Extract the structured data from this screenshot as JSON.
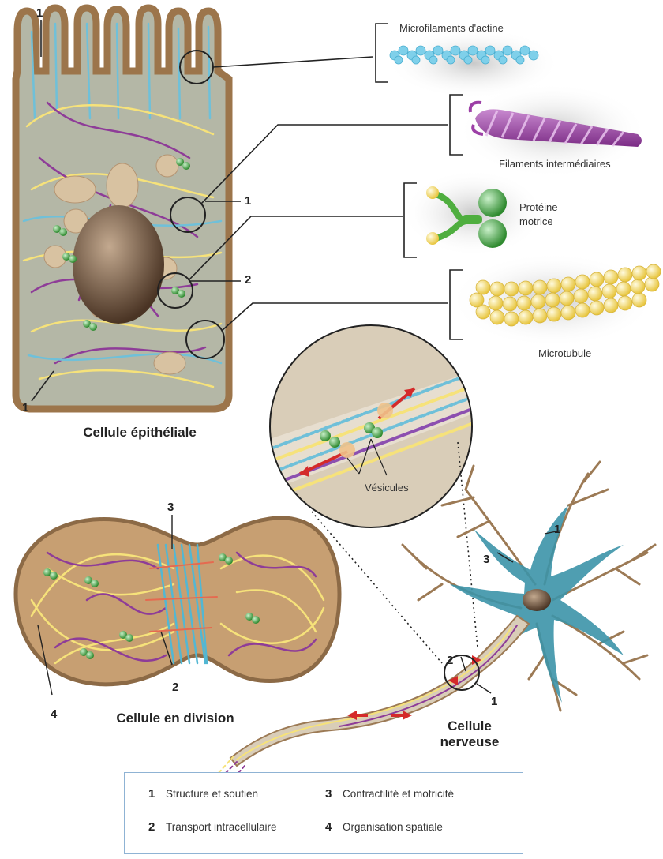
{
  "labels": {
    "actin": "Microfilaments d'actine",
    "intermediate": "Filaments intermédiaires",
    "motor_line1": "Protéine",
    "motor_line2": "motrice",
    "microtubule": "Microtubule",
    "vesicles": "Vésicules"
  },
  "captions": {
    "epithelial": "Cellule épithéliale",
    "division": "Cellule en division",
    "neuron_line1": "Cellule",
    "neuron_line2": "nerveuse"
  },
  "markers": {
    "epi_top": "1",
    "epi_right": "1",
    "epi_mid": "2",
    "epi_bottom": "1",
    "div_top": "3",
    "div_bottom": "2",
    "div_left": "4",
    "neu_top": "1",
    "neu_left": "3",
    "neu_axon_2": "2",
    "neu_axon_1": "1"
  },
  "legend": [
    {
      "num": "1",
      "text": "Structure et soutien"
    },
    {
      "num": "2",
      "text": "Transport intracellulaire"
    },
    {
      "num": "3",
      "text": "Contractilité et motricité"
    },
    {
      "num": "4",
      "text": "Organisation spatiale"
    }
  ],
  "colors": {
    "actin": "#7fd0ea",
    "intermediate": "#9c3fa6",
    "motor": "#3a9a3a",
    "microtubule": "#f4de6a",
    "cell_wall": "#a07850",
    "cytoplasm": "#b7b9a9",
    "nucleus": "#5a4332",
    "neuron_body": "#3c93a8"
  }
}
